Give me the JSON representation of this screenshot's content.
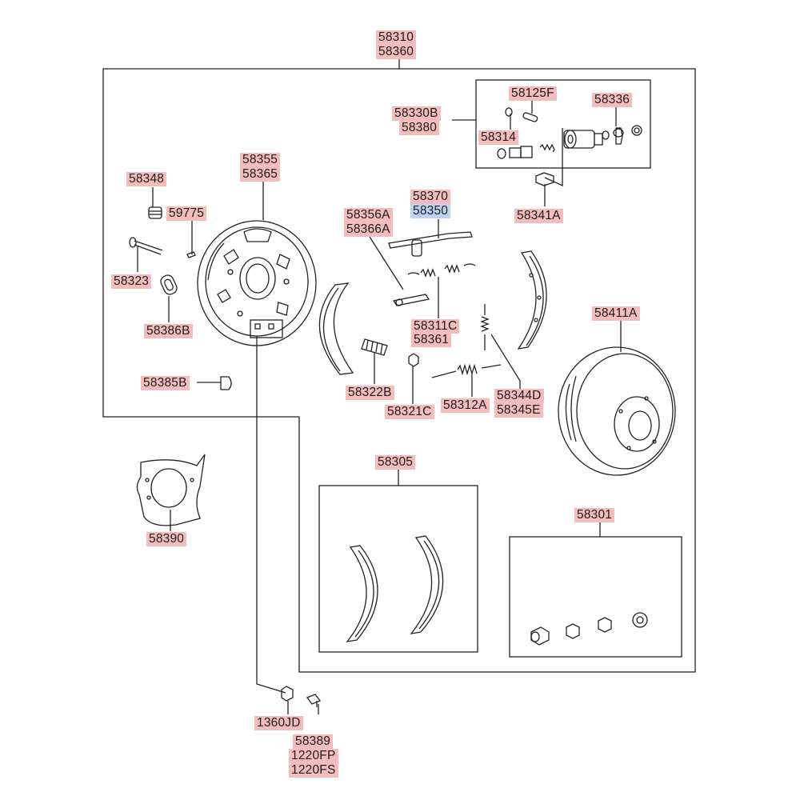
{
  "colors": {
    "label_highlight": "#f5bcbc",
    "label_selected": "#bcd3f2",
    "line": "#222222"
  },
  "labels": {
    "assembly_1": "58310",
    "assembly_2": "58360",
    "cylinder_1": "58330B",
    "cylinder_2": "58380",
    "bleeder_cap": "58125F",
    "cup_kit": "58336",
    "bleeder_screw": "58314",
    "cylinder_bolt": "58341A",
    "grommet": "58348",
    "plate_1": "58355",
    "plate_2": "58365",
    "pin": "59775",
    "hold_down_pin": "58323",
    "plug": "58386B",
    "cap_plug": "58385B",
    "lever_1": "58356A",
    "lever_2": "58366A",
    "strut_1": "58370",
    "strut_2": "58350",
    "upper_spring_1": "58311C",
    "upper_spring_2": "58361",
    "hold_spring": "58322B",
    "cup": "58321C",
    "lower_spring": "58312A",
    "adjuster_spring_1": "58344D",
    "adjuster_spring_2": "58345E",
    "drum": "58411A",
    "shoe_kit": "58305",
    "spacer_plate": "58390",
    "repair_kit": "58301",
    "nut": "1360JD",
    "bolt_1": "58389",
    "bolt_2": "1220FP",
    "bolt_3": "1220FS"
  }
}
